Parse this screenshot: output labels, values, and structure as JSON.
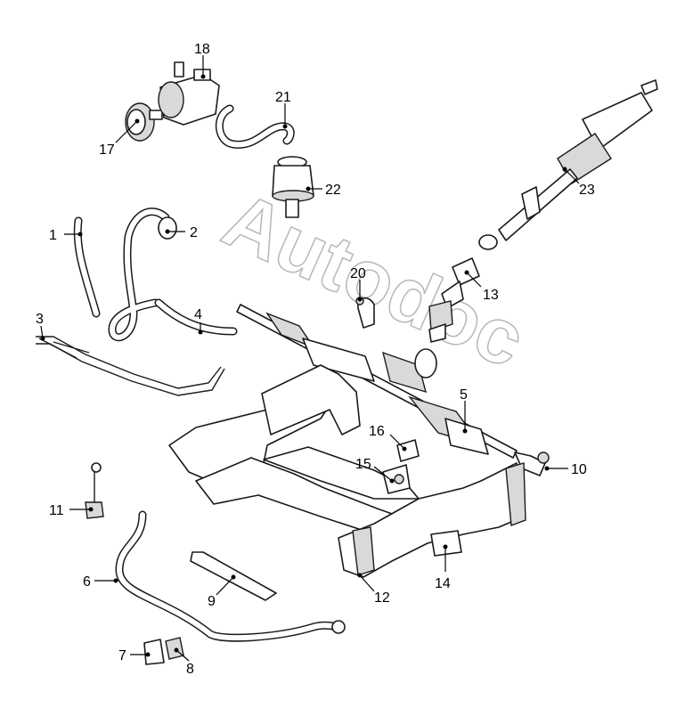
{
  "watermark": "Autodoc",
  "callouts": [
    {
      "id": "1",
      "label": "1"
    },
    {
      "id": "2",
      "label": "2"
    },
    {
      "id": "3",
      "label": "3"
    },
    {
      "id": "4",
      "label": "4"
    },
    {
      "id": "5",
      "label": "5"
    },
    {
      "id": "6",
      "label": "6"
    },
    {
      "id": "7",
      "label": "7"
    },
    {
      "id": "8",
      "label": "8"
    },
    {
      "id": "9",
      "label": "9"
    },
    {
      "id": "10",
      "label": "10"
    },
    {
      "id": "11",
      "label": "11"
    },
    {
      "id": "12",
      "label": "12"
    },
    {
      "id": "13",
      "label": "13"
    },
    {
      "id": "14",
      "label": "14"
    },
    {
      "id": "15",
      "label": "15"
    },
    {
      "id": "16",
      "label": "16"
    },
    {
      "id": "17",
      "label": "17"
    },
    {
      "id": "18",
      "label": "18"
    },
    {
      "id": "20",
      "label": "20"
    },
    {
      "id": "21",
      "label": "21"
    },
    {
      "id": "22",
      "label": "22"
    },
    {
      "id": "23",
      "label": "23"
    }
  ]
}
